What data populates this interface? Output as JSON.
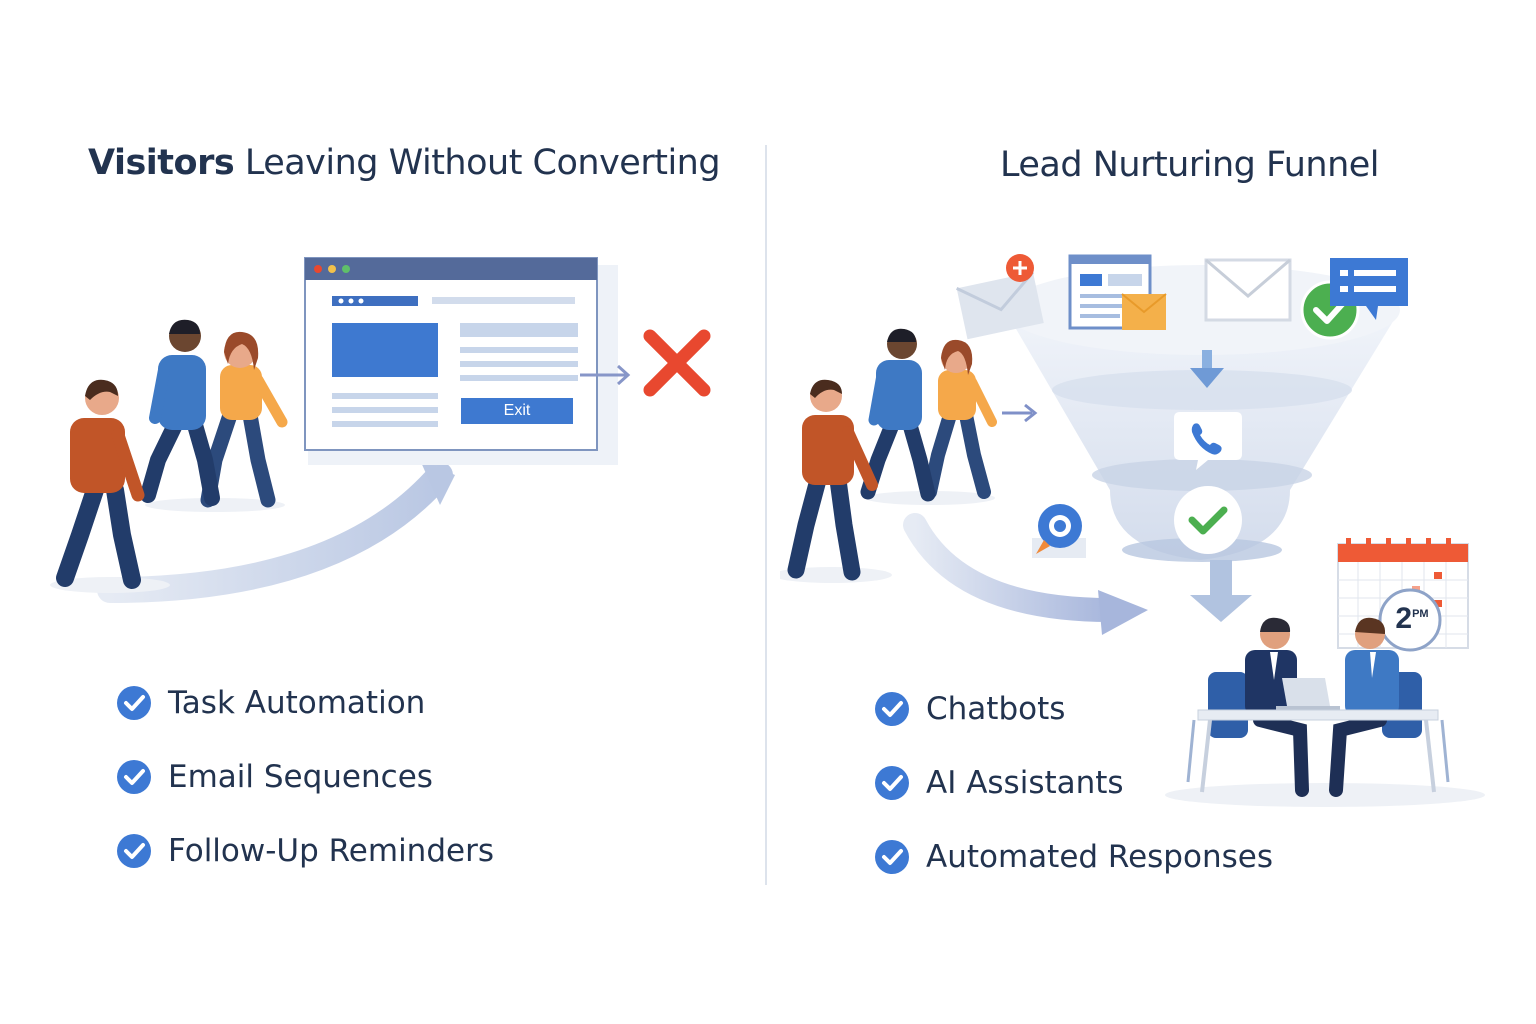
{
  "left": {
    "title_bold": "Visitors",
    "title_rest": "Leaving Without Converting",
    "browser": {
      "exit_label": "Exit"
    },
    "checklist": [
      "Task Automation",
      "Email Sequences",
      "Follow-Up Reminders"
    ]
  },
  "right": {
    "title": "Lead Nurturing Funnel",
    "calendar": {
      "time_label": "2",
      "time_suffix": "PM"
    },
    "checklist": [
      "Chatbots",
      "AI Assistants",
      "Automated Responses"
    ]
  },
  "colors": {
    "accent_blue": "#3d79d4",
    "dark_navy": "#22334f",
    "reject_red": "#e8482f",
    "success_green": "#4caf50",
    "calendar_orange": "#ee5a36"
  }
}
